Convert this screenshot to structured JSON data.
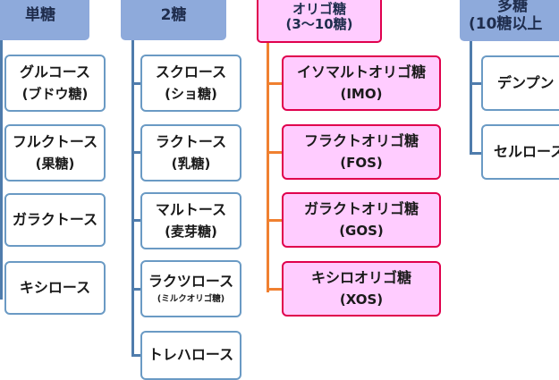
{
  "columns": {
    "mono": {
      "header": "単糖",
      "items": [
        {
          "line1": "グルコース",
          "line2": "(ブドウ糖)"
        },
        {
          "line1": "フルクトース",
          "line2": "(果糖)"
        },
        {
          "line1": "ガラクトース",
          "line2": ""
        },
        {
          "line1": "キシロース",
          "line2": ""
        }
      ]
    },
    "di": {
      "header": "2糖",
      "items": [
        {
          "line1": "スクロース",
          "line2": "(ショ糖)"
        },
        {
          "line1": "ラクトース",
          "line2": "(乳糖)"
        },
        {
          "line1": "マルトース",
          "line2": "(麦芽糖)"
        },
        {
          "line1": "ラクツロース",
          "line2": "(ミルクオリゴ糖)"
        },
        {
          "line1": "トレハロース",
          "line2": ""
        }
      ]
    },
    "oligo": {
      "header_line1": "オリゴ糖",
      "header_line2": "(3〜10糖)",
      "items": [
        {
          "line1": "イソマルトオリゴ糖",
          "line2": "(IMO)"
        },
        {
          "line1": "フラクトオリゴ糖",
          "line2": "(FOS)"
        },
        {
          "line1": "ガラクトオリゴ糖",
          "line2": "(GOS)"
        },
        {
          "line1": "キシロオリゴ糖",
          "line2": "(XOS)"
        }
      ]
    },
    "poly": {
      "header_line1": "多糖",
      "header_line2": "(10糖以上",
      "items": [
        {
          "line1": "デンプン",
          "line2": ""
        },
        {
          "line1": "セルロース",
          "line2": ""
        }
      ]
    }
  },
  "colors": {
    "header_blue": "#8eaadb",
    "box_border_blue": "#6a9ac4",
    "connector_blue": "#4f7cac",
    "oligo_fill": "#ffccff",
    "oligo_border": "#e0004d",
    "oligo_connector": "#f08030"
  }
}
